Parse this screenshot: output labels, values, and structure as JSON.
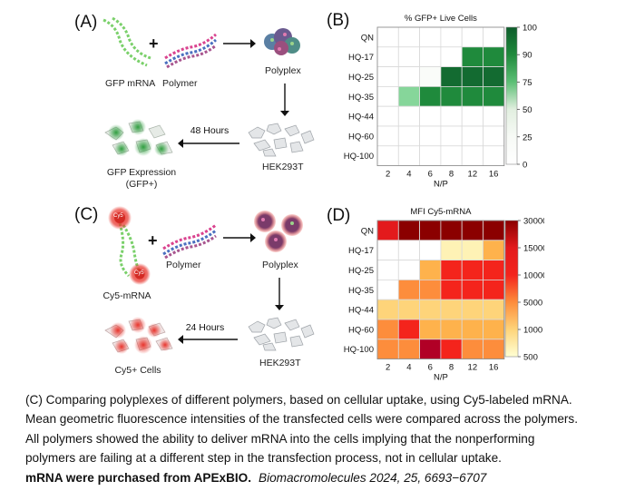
{
  "panel_a": {
    "letter": "(A)",
    "mrna_label": "GFP mRNA",
    "polymer_label": "Polymer",
    "polyplex_label": "Polyplex",
    "cells_label": "HEK293T",
    "time_label": "48 Hours",
    "result_label_line1": "GFP Expression",
    "result_label_line2": "(GFP+)",
    "colors": {
      "mrna": "#7ad06a",
      "glow": "#2f9e3f"
    }
  },
  "panel_c": {
    "letter": "(C)",
    "mrna_label": "Cy5-mRNA",
    "dye_label": "Cy5",
    "polymer_label": "Polymer",
    "polyplex_label": "Polyplex",
    "cells_label": "HEK293T",
    "time_label": "24 Hours",
    "result_label": "Cy5+ Cells",
    "colors": {
      "mrna": "#7ad06a",
      "glow": "#e8342c"
    }
  },
  "chart_data": [
    {
      "panel": "(B)",
      "type": "heatmap",
      "title": "% GFP+ Live Cells",
      "xlabel": "N/P",
      "ylabel": "",
      "x_categories": [
        "2",
        "4",
        "6",
        "8",
        "12",
        "16"
      ],
      "y_categories": [
        "QN",
        "HQ-17",
        "HQ-25",
        "HQ-35",
        "HQ-44",
        "HQ-60",
        "HQ-100"
      ],
      "values": [
        [
          0,
          0,
          0,
          0,
          0,
          0
        ],
        [
          0,
          0,
          0,
          0,
          85,
          85
        ],
        [
          0,
          0,
          10,
          95,
          95,
          95
        ],
        [
          0,
          60,
          85,
          85,
          85,
          85
        ],
        [
          0,
          0,
          0,
          0,
          0,
          0
        ],
        [
          0,
          0,
          0,
          0,
          0,
          0
        ],
        [
          0,
          0,
          0,
          0,
          0,
          0
        ]
      ],
      "colorbar_ticks": [
        "100",
        "90",
        "75",
        "50",
        "25",
        "0"
      ],
      "colormap": "white-to-green",
      "color_stops": [
        "#ffffff",
        "#e2efe0",
        "#86d69a",
        "#1f8a3c",
        "#0d5c2b"
      ]
    },
    {
      "panel": "(D)",
      "type": "heatmap",
      "title": "MFI Cy5-mRNA",
      "xlabel": "N/P",
      "ylabel": "",
      "x_categories": [
        "2",
        "4",
        "6",
        "8",
        "12",
        "16"
      ],
      "y_categories": [
        "QN",
        "HQ-17",
        "HQ-25",
        "HQ-35",
        "HQ-44",
        "HQ-60",
        "HQ-100"
      ],
      "values": [
        [
          15000,
          30000,
          30000,
          30000,
          30000,
          30000
        ],
        [
          0,
          0,
          0,
          800,
          800,
          3000
        ],
        [
          0,
          0,
          3000,
          10000,
          10000,
          10000
        ],
        [
          0,
          5000,
          5000,
          10000,
          10000,
          10000
        ],
        [
          2000,
          2000,
          2000,
          2000,
          2000,
          2000
        ],
        [
          5000,
          10000,
          3000,
          3000,
          3000,
          3000
        ],
        [
          5000,
          5000,
          20000,
          10000,
          5000,
          5000
        ]
      ],
      "colorbar_ticks": [
        "30000",
        "15000",
        "10000",
        "5000",
        "1000",
        "500"
      ],
      "colormap": "yellow-to-darkred"
    }
  ],
  "caption": {
    "lines": [
      "(C) Comparing polyplexes of different polymers, based on cellular uptake, using Cy5-labeled mRNA.",
      "Mean geometric fluorescence intensities of the transfected cells were compared across the polymers.",
      "All polymers showed the ability to deliver mRNA into the cells implying that the nonperforming",
      "polymers are failing at a different step in the transfection process, not in cellular uptake."
    ],
    "source_bold": "mRNA were purchased from APExBIO.",
    "citation": "Biomacromolecules 2024, 25, 6693−6707"
  }
}
